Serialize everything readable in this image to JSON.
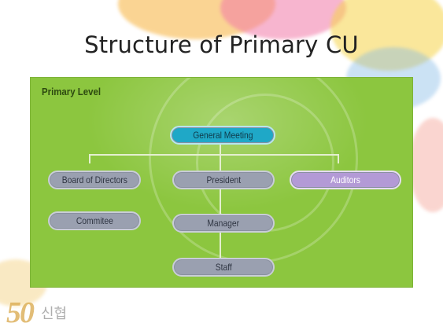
{
  "slide": {
    "title": "Structure of Primary CU",
    "logo_text": "50",
    "logo_korean": "신협"
  },
  "chart": {
    "level_label": "Primary Level",
    "nodes": {
      "general_meeting": "General Meeting",
      "board_of_directors": "Board of Directors",
      "president": "President",
      "auditors": "Auditors",
      "commitee": "Commitee",
      "manager": "Manager",
      "staff": "Staff"
    }
  },
  "colors": {
    "panel": "#8cc63f",
    "node": "#9aa0b0",
    "general_meeting": "#1fa8c7",
    "auditors": "#b39ad6"
  }
}
